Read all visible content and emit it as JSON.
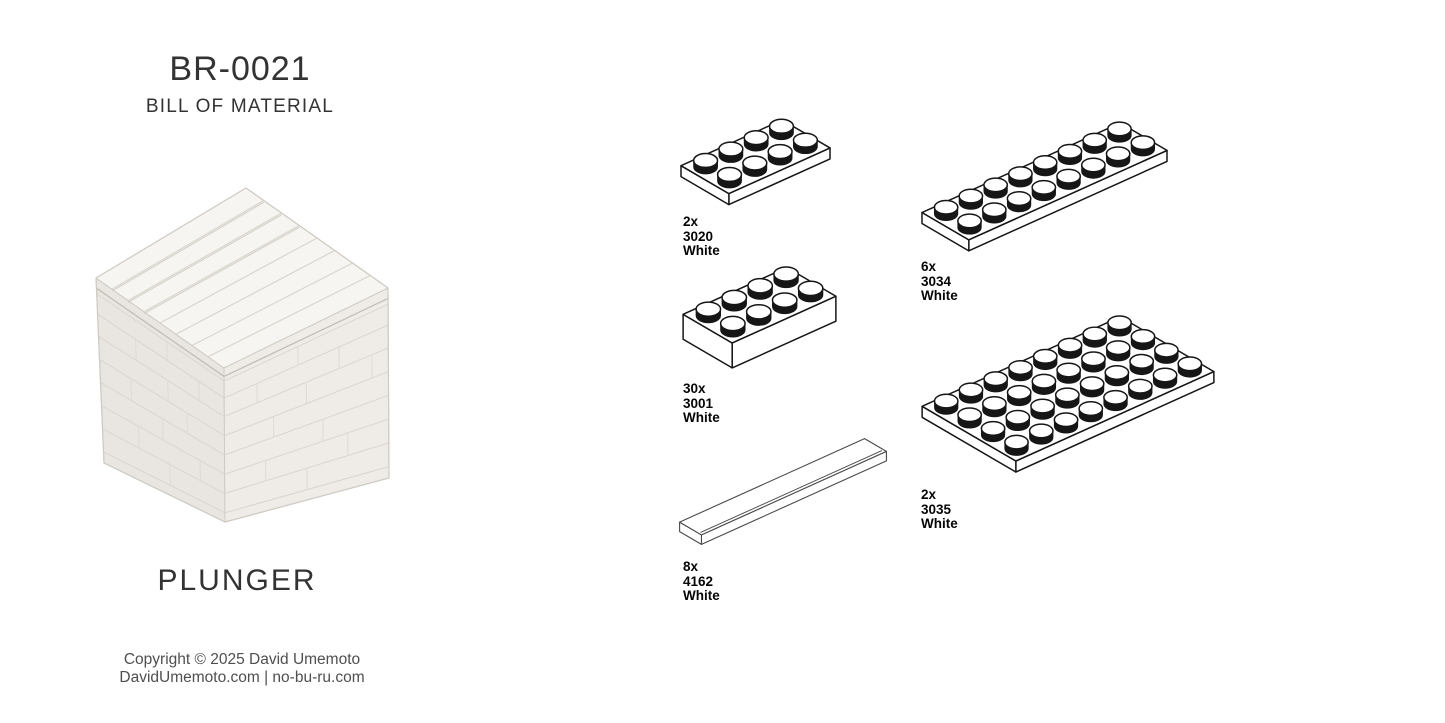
{
  "page": {
    "title": "BR-0021",
    "subtitle": "BILL OF MATERIAL",
    "model_name": "PLUNGER",
    "copyright_line1": "Copyright © 2025 David Umemoto",
    "copyright_line2": "DavidUmemoto.com | no-bu-ru.com"
  },
  "colors": {
    "ink": "#161616",
    "tile_ink": "#4a4a4a",
    "cube_top": "#f7f5f1",
    "cube_left": "#e9e6e1",
    "cube_right": "#ecs9e4",
    "cube_right_fixed": "#efece7",
    "cube_line": "#d9d5ce",
    "cube_edge": "#cfcbc4",
    "cube_seam": "#c2beb7"
  },
  "parts": [
    {
      "qty": "2x",
      "part_number": "3020",
      "color_name": "White",
      "shape": {
        "kind": "plate",
        "cols": 4,
        "rows": 2
      }
    },
    {
      "qty": "30x",
      "part_number": "3001",
      "color_name": "White",
      "shape": {
        "kind": "brick",
        "cols": 4,
        "rows": 2
      }
    },
    {
      "qty": "8x",
      "part_number": "4162",
      "color_name": "White",
      "shape": {
        "kind": "tile",
        "cols": 8,
        "rows": 1
      }
    },
    {
      "qty": "6x",
      "part_number": "3034",
      "color_name": "White",
      "shape": {
        "kind": "plate",
        "cols": 8,
        "rows": 2
      }
    },
    {
      "qty": "2x",
      "part_number": "3035",
      "color_name": "White",
      "shape": {
        "kind": "plate",
        "cols": 8,
        "rows": 4
      }
    }
  ]
}
